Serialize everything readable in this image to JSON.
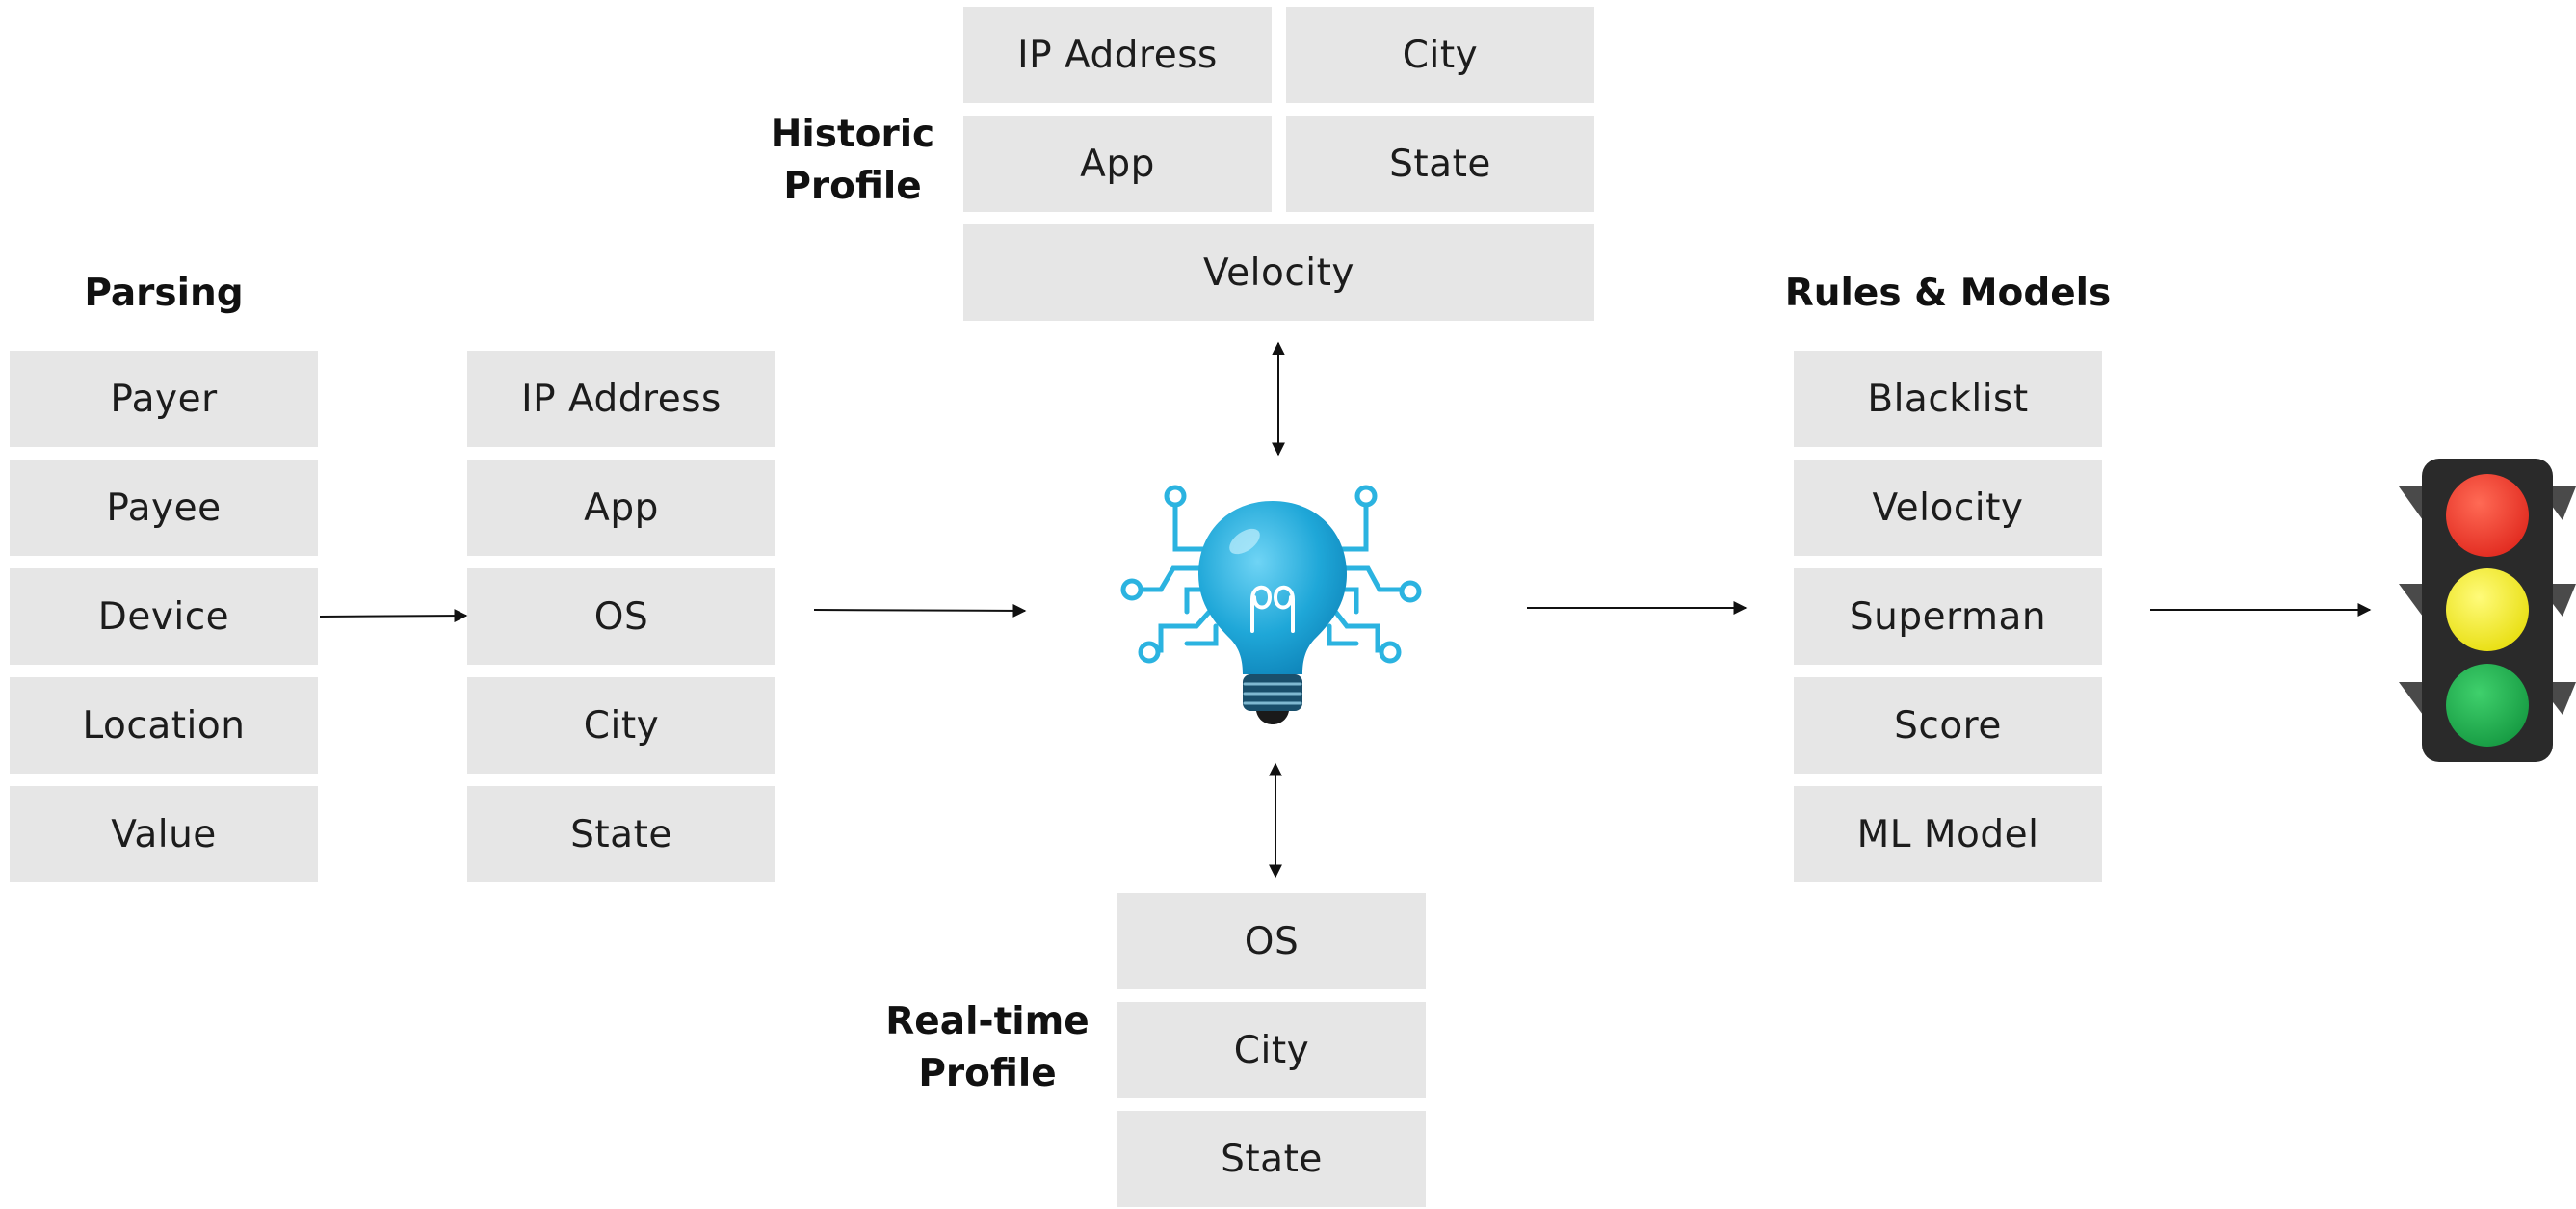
{
  "parsing": {
    "title": "Parsing",
    "items": [
      "Payer",
      "Payee",
      "Device",
      "Location",
      "Value"
    ]
  },
  "extracted": {
    "items": [
      "IP Address",
      "App",
      "OS",
      "City",
      "State"
    ]
  },
  "historic": {
    "title_line1": "Historic",
    "title_line2": "Profile",
    "row1": [
      "IP Address",
      "City"
    ],
    "row2": [
      "App",
      "State"
    ],
    "row3": "Velocity"
  },
  "realtime": {
    "title_line1": "Real-time",
    "title_line2": "Profile",
    "items": [
      "OS",
      "City",
      "State"
    ]
  },
  "rules": {
    "title": "Rules & Models",
    "items": [
      "Blacklist",
      "Velocity",
      "Superman",
      "Score",
      "ML Model"
    ]
  },
  "icons": {
    "engine": "lightbulb-circuit-icon",
    "outcome": "traffic-light-icon"
  },
  "colors": {
    "box_fill": "#e6e6e6",
    "bulb_blue": "#1fa7d8",
    "circuit": "#2bb3e0",
    "light_red": "#ee3a2c",
    "light_yellow": "#f2e614",
    "light_green": "#1ba84a",
    "housing": "#2a2a2a"
  }
}
